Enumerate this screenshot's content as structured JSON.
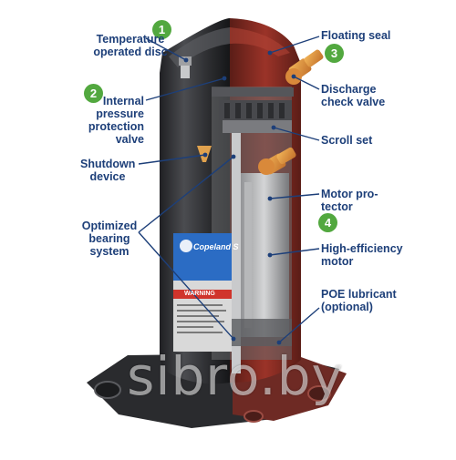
{
  "labels": {
    "temperature_disc": "Temperature\noperated disc",
    "internal_valve": "Internal\npressure\nprotection\nvalve",
    "shutdown": "Shutdown\ndevice",
    "bearing": "Optimized\nbearing\nsystem",
    "floating_seal": "Floating seal",
    "discharge_valve": "Discharge\ncheck valve",
    "scroll_set": "Scroll set",
    "motor_protector": "Motor pro-\ntector",
    "motor": "High-efficiency\nmotor",
    "poe": "POE lubricant\n(optional)"
  },
  "badges": {
    "b1": "1",
    "b2": "2",
    "b3": "3",
    "b4": "4"
  },
  "product": {
    "brand": "Copeland S",
    "warning": "WARNING"
  },
  "watermark": "sibro.by",
  "colors": {
    "label_text": "#1d3f79",
    "badge_green": "#52a83f",
    "leader_line": "#1d3f79",
    "shell_dark": "#3a3b3f",
    "shell_red": "#8a2a22",
    "base_red": "#7a2e26",
    "brass": "#e79a3c",
    "label_blue": "#2b6cc4"
  }
}
